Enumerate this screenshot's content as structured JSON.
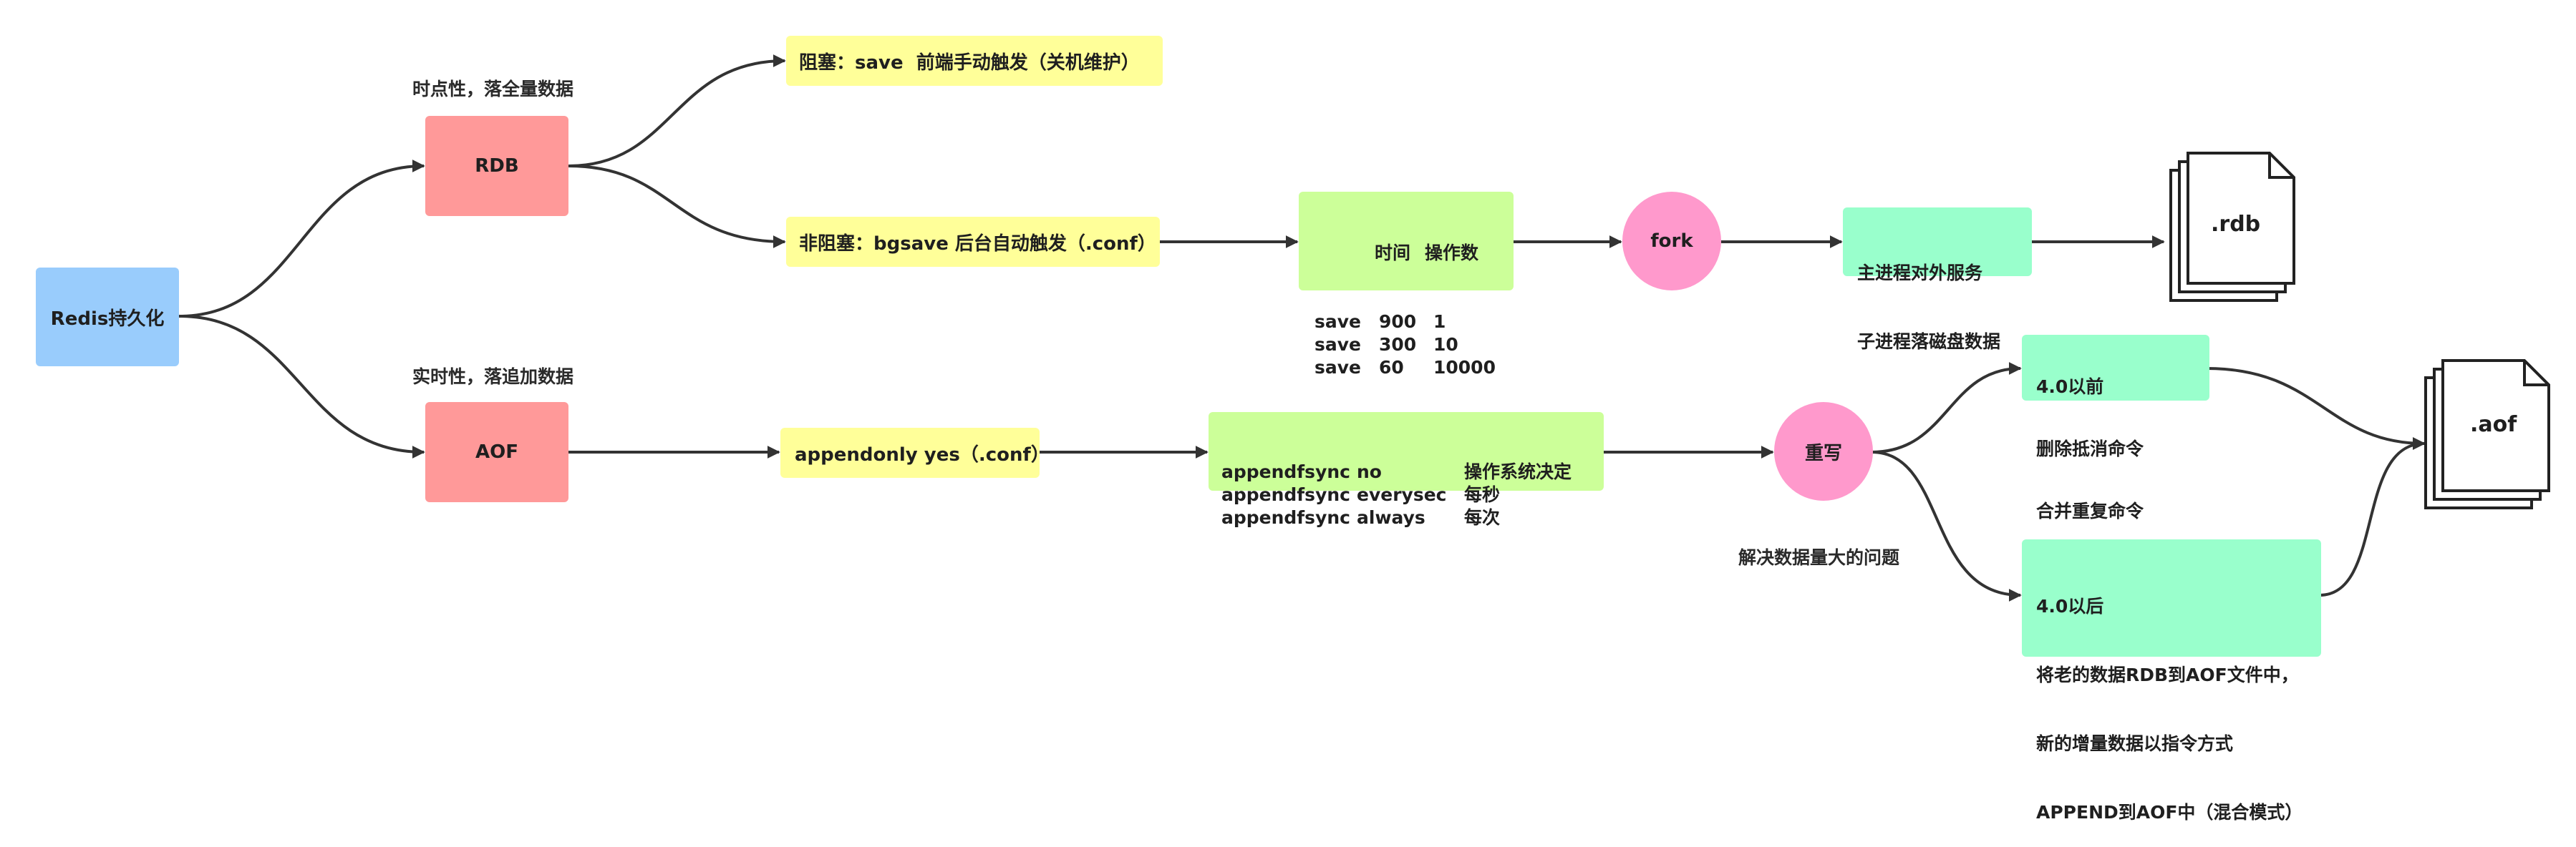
{
  "root": {
    "label": "Redis持久化",
    "color": "#99ccfc"
  },
  "rdb": {
    "label": "RDB",
    "caption": "时点性，落全量数据",
    "blocking": "阻塞：save  前端手动触发（关机维护）",
    "nonblocking": "非阻塞：bgsave 后台自动触发（.conf）",
    "config_header": [
      "时间",
      "操作数"
    ],
    "config_rows": [
      [
        "save",
        "900",
        "1"
      ],
      [
        "save",
        "300",
        "10"
      ],
      [
        "save",
        "60",
        "10000"
      ]
    ],
    "fork": "fork",
    "process_lines": [
      "主进程对外服务",
      "子进程落磁盘数据"
    ],
    "file": ".rdb"
  },
  "aof": {
    "label": "AOF",
    "caption": "实时性，落追加数据",
    "appendonly": "appendonly yes（.conf）",
    "fsync_rows": [
      [
        "appendfsync",
        "no",
        "操作系统决定"
      ],
      [
        "appendfsync",
        "everysec",
        "每秒"
      ],
      [
        "appendfsync",
        "always",
        "每次"
      ]
    ],
    "rewrite": "重写",
    "rewrite_caption": "解决数据量大的问题",
    "before_lines": [
      "4.0以前",
      "删除抵消命令",
      "合并重复命令"
    ],
    "after_lines": [
      "4.0以后",
      "将老的数据RDB到AOF文件中，",
      "新的增量数据以指令方式",
      "APPEND到AOF中（混合模式）"
    ],
    "file": ".aof"
  },
  "colors": {
    "root": "#99ccfc",
    "mode": "#ff9999",
    "yellow": "#ffff99",
    "green": "#ccff99",
    "teal": "#99ffcc",
    "circle": "#ff99cc",
    "line": "#333333"
  }
}
